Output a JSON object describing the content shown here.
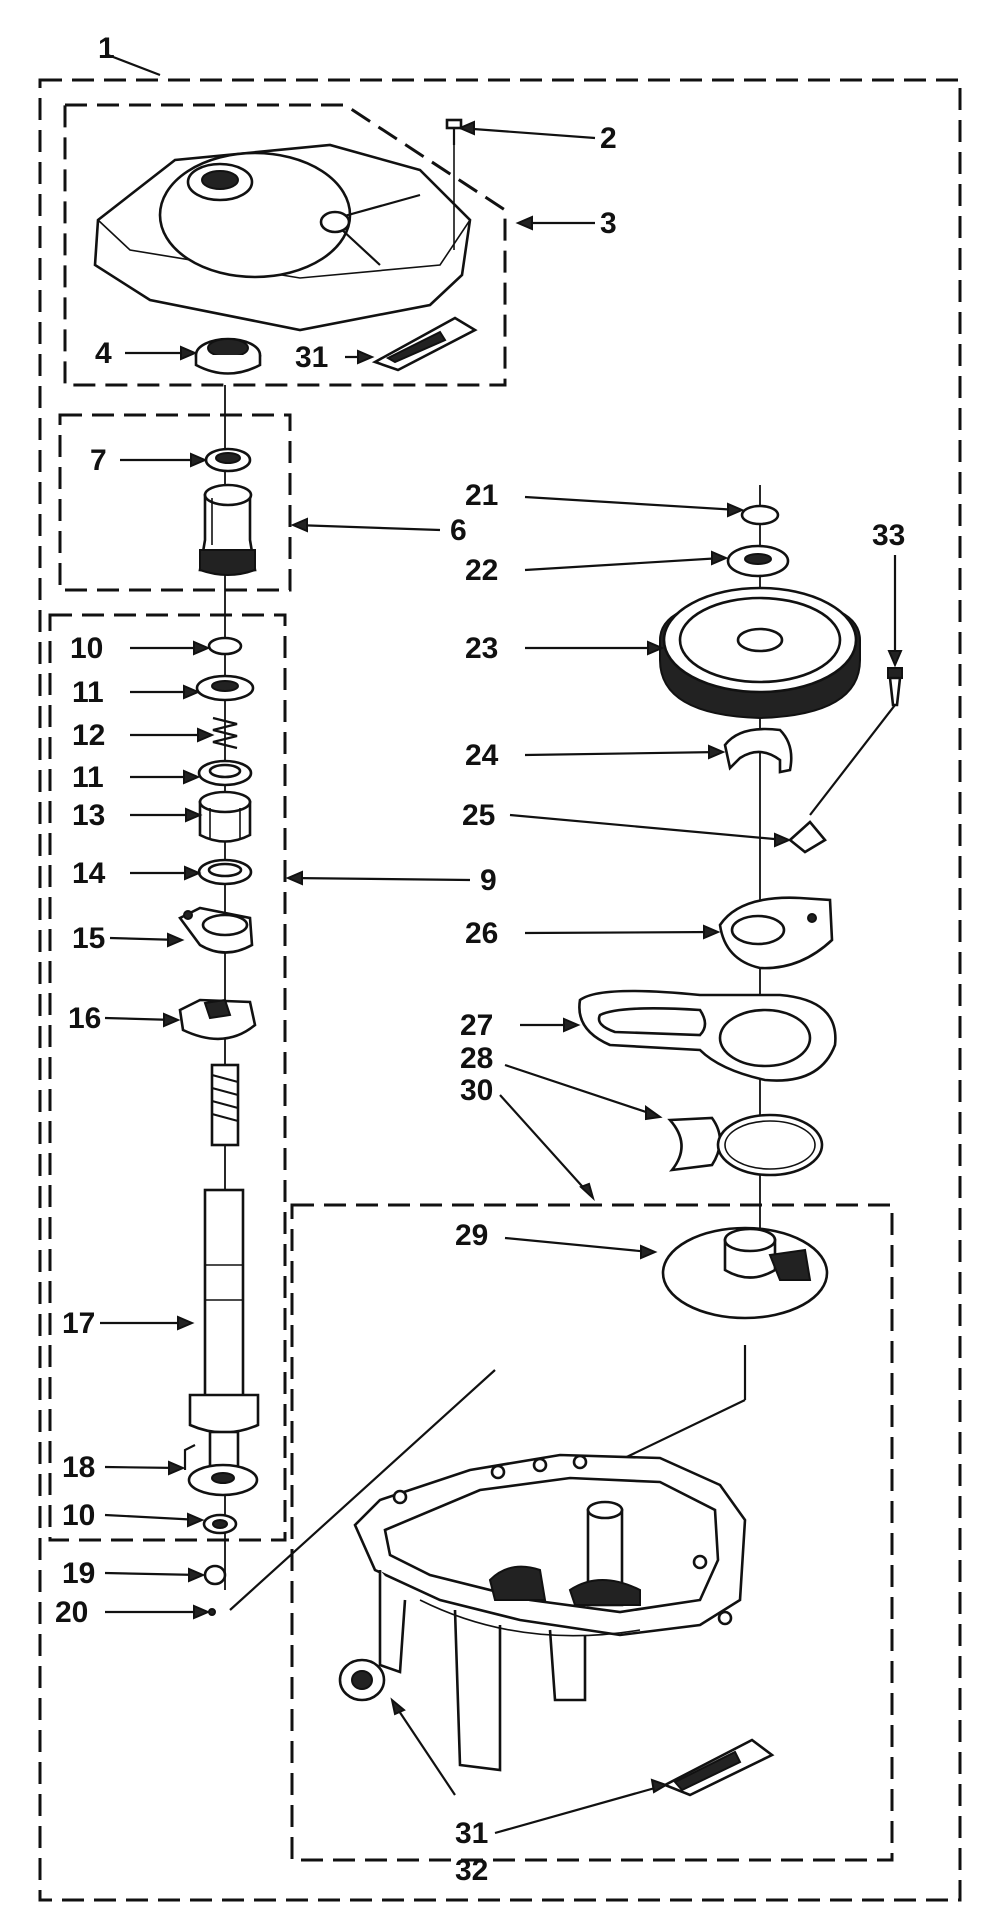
{
  "labels": {
    "l1": "1",
    "l2": "2",
    "l3": "3",
    "l4": "4",
    "l31a": "31",
    "l7": "7",
    "l6": "6",
    "l10a": "10",
    "l11a": "11",
    "l12": "12",
    "l11b": "11",
    "l13": "13",
    "l14": "14",
    "l9": "9",
    "l15": "15",
    "l16": "16",
    "l17": "17",
    "l18": "18",
    "l10b": "10",
    "l19": "19",
    "l20": "20",
    "l21": "21",
    "l22": "22",
    "l23": "23",
    "l33": "33",
    "l24": "24",
    "l25": "25",
    "l26": "26",
    "l27": "27",
    "l28": "28",
    "l30": "30",
    "l29": "29",
    "l31b": "31",
    "l32": "32"
  }
}
